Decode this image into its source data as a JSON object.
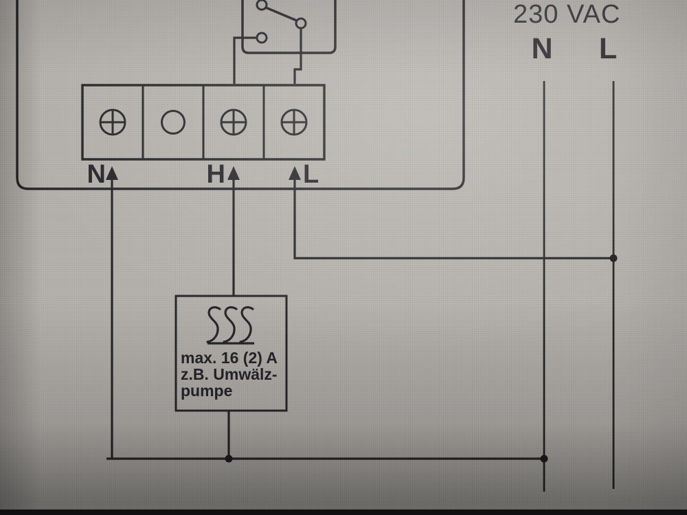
{
  "supply": {
    "voltage_label": "230 VAC",
    "neutral_label": "N",
    "live_label": "L"
  },
  "device": {
    "terminals": [
      {
        "label": "N",
        "screw": "crossed-screw-terminal"
      },
      {
        "label": "",
        "screw": "plain-terminal"
      },
      {
        "label": "H",
        "screw": "crossed-screw-terminal"
      },
      {
        "label": "L",
        "screw": "crossed-screw-terminal"
      }
    ],
    "relay_icon": "relay-changeover-contact"
  },
  "load": {
    "icon": "heat-waves",
    "caption_line1": "max. 16 (2) A",
    "caption_line2": "z.B. Umwälz-",
    "caption_line3": "pumpe"
  },
  "colors": {
    "background": "#b5b2ad",
    "line": "#26262a",
    "text": "#26262b",
    "bottom_bar": "#101013"
  }
}
